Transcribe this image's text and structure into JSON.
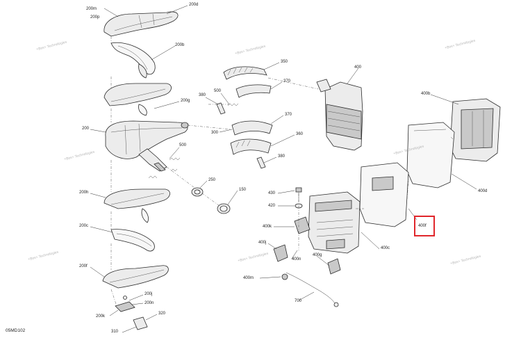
{
  "drawing_code": "05MD102",
  "watermark": "+Bos+ Technologies",
  "highlight_label": "400f",
  "callouts": [
    {
      "key": "200m",
      "text": "200m"
    },
    {
      "key": "200p",
      "text": "200p"
    },
    {
      "key": "200d",
      "text": "200d"
    },
    {
      "key": "200b",
      "text": "200b"
    },
    {
      "key": "200g",
      "text": "200g"
    },
    {
      "key": "200",
      "text": "200"
    },
    {
      "key": "500a",
      "text": "500"
    },
    {
      "key": "200h",
      "text": "200h"
    },
    {
      "key": "200c",
      "text": "200c"
    },
    {
      "key": "200f",
      "text": "200f"
    },
    {
      "key": "200j",
      "text": "200j"
    },
    {
      "key": "200n",
      "text": "200n"
    },
    {
      "key": "200k",
      "text": "200k"
    },
    {
      "key": "320",
      "text": "320"
    },
    {
      "key": "310",
      "text": "310"
    },
    {
      "key": "350",
      "text": "350"
    },
    {
      "key": "370a",
      "text": "370"
    },
    {
      "key": "380a",
      "text": "380"
    },
    {
      "key": "500b",
      "text": "500"
    },
    {
      "key": "370b",
      "text": "370"
    },
    {
      "key": "300",
      "text": "300"
    },
    {
      "key": "360",
      "text": "360"
    },
    {
      "key": "380b",
      "text": "380"
    },
    {
      "key": "250",
      "text": "250"
    },
    {
      "key": "150",
      "text": "150"
    },
    {
      "key": "400",
      "text": "400"
    },
    {
      "key": "400b",
      "text": "400b"
    },
    {
      "key": "400d",
      "text": "400d"
    },
    {
      "key": "400f",
      "text": "400f"
    },
    {
      "key": "400c",
      "text": "400c"
    },
    {
      "key": "430",
      "text": "430"
    },
    {
      "key": "420",
      "text": "420"
    },
    {
      "key": "400k",
      "text": "400k"
    },
    {
      "key": "400j",
      "text": "400j"
    },
    {
      "key": "400n",
      "text": "400n"
    },
    {
      "key": "400g",
      "text": "400g"
    },
    {
      "key": "400m",
      "text": "400m"
    },
    {
      "key": "700",
      "text": "700"
    }
  ]
}
